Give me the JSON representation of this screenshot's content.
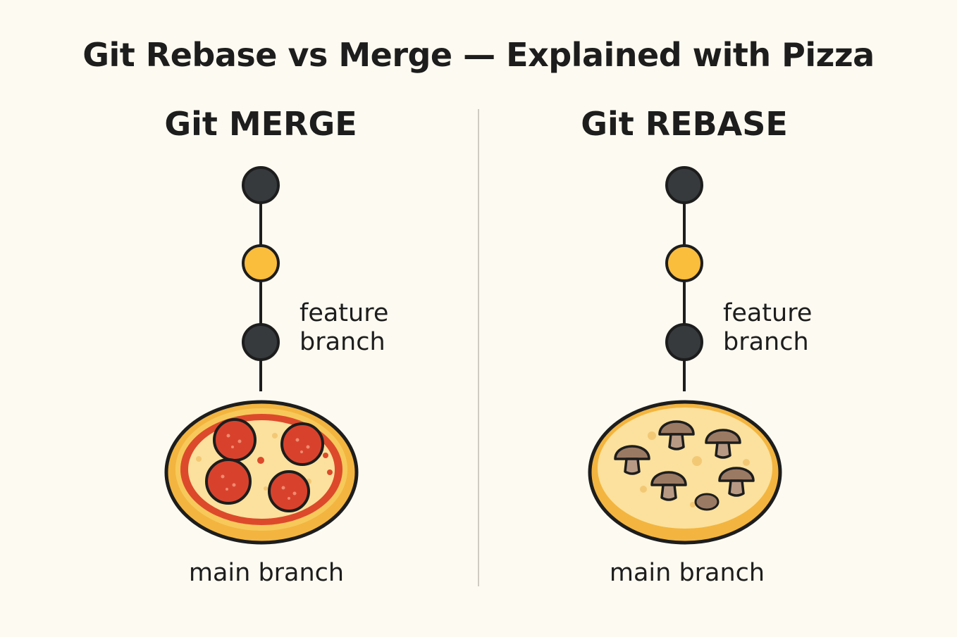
{
  "title": "Git Rebase vs Merge — Explained with Pizza",
  "colors": {
    "background": "#fdfaf1",
    "commit_dark": "#363a3c",
    "commit_highlight": "#fbbd3c",
    "crust": "#f3b53f",
    "cheese": "#fbe19d",
    "sauce": "#dc4a2b",
    "pepperoni": "#d8422c",
    "mushroom": "#9b7a63",
    "outline": "#1d1d1d"
  },
  "panels": {
    "merge": {
      "title": "Git MERGE",
      "feature_label": [
        "feature",
        "branch"
      ],
      "main_label": "main branch",
      "commits": [
        "dark",
        "yellow",
        "dark"
      ],
      "pizza_topping": "pepperoni-icon"
    },
    "rebase": {
      "title": "Git REBASE",
      "feature_label": [
        "feature",
        "branch"
      ],
      "main_label": "main branch",
      "commits": [
        "dark",
        "yellow",
        "dark"
      ],
      "pizza_topping": "mushroom-icon"
    }
  }
}
